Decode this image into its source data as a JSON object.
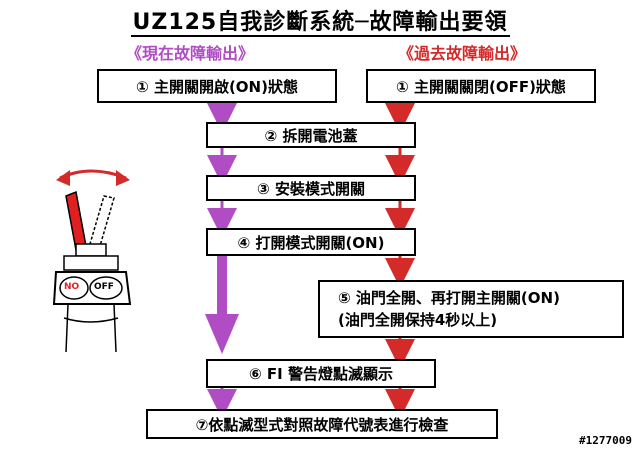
{
  "title": "UZ125自我診斷系統─故障輸出要領",
  "headers": {
    "current": "《現在故障輸出》",
    "past": "《過去故障輸出》"
  },
  "steps": {
    "s1a": "① 主開關開啟(ON)狀態",
    "s1b": "① 主開關關閉(OFF)狀態",
    "s2": "② 拆開電池蓋",
    "s3": "③ 安裝模式開關",
    "s4": "④ 打開模式開關(ON)",
    "s5_line1": "⑤ 油門全開、再打開主開關(ON)",
    "s5_line2": "(油門全開保持4秒以上)",
    "s6": "⑥ FI 警告燈點滅顯示",
    "s7": "⑦依點滅型式對照故障代號表進行檢查"
  },
  "switch": {
    "no_label": "NO",
    "off_label": "OFF"
  },
  "watermark": "#1277009",
  "colors": {
    "current": "#b04cc4",
    "past": "#d42a2a",
    "switch_red": "#e02020"
  }
}
